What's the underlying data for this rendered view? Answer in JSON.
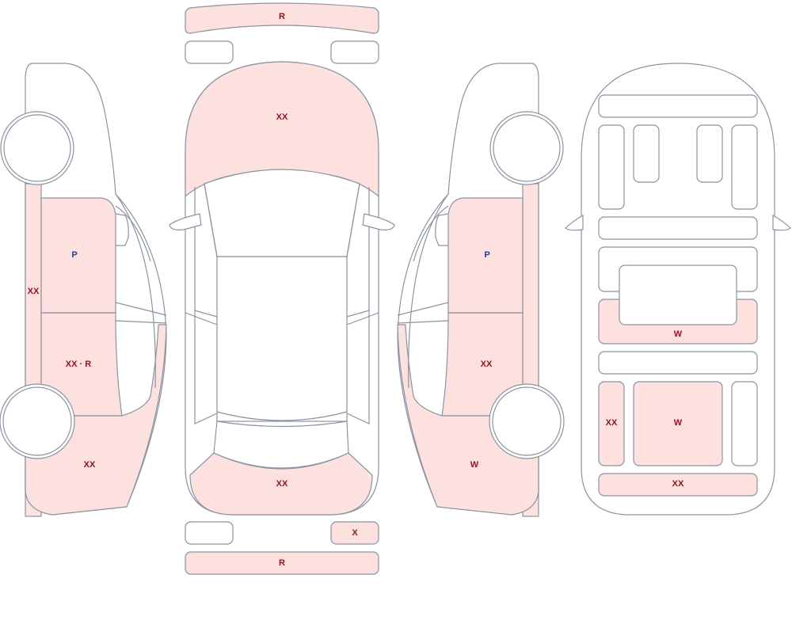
{
  "colors": {
    "damage_fill": "#fde1de",
    "outline": "#8a93a6",
    "damage_code": "#a0101a",
    "paint_code": "#1f3fae"
  },
  "top_view": {
    "front_bumper": "R",
    "hood": "XX",
    "rear_panel": "XX",
    "rear_right_light": "X",
    "rear_bumper": "R"
  },
  "left_side": {
    "front_door": "P",
    "sill": "XX",
    "rear_door": "XX · R",
    "rear_quarter": "XX"
  },
  "right_side": {
    "front_door": "P",
    "rear_door": "XX",
    "rear_quarter": "W"
  },
  "interior": {
    "rear_seat": "W",
    "left_panel": "XX",
    "center_panel": "W",
    "boot": "XX"
  }
}
